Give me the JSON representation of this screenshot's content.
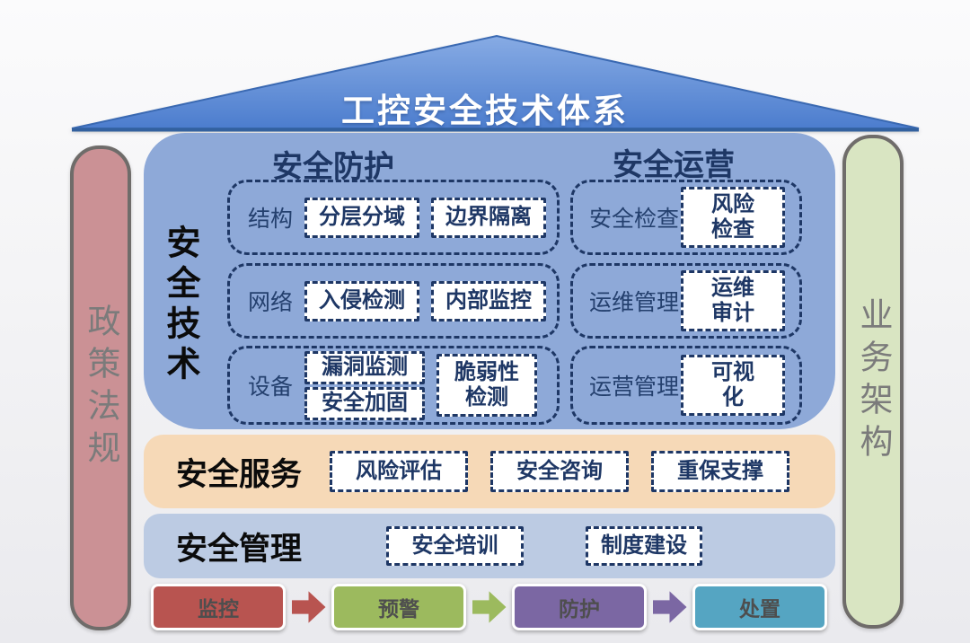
{
  "title": "工控安全技术体系",
  "colors": {
    "roof_blue": "#5585d2",
    "panel_blue": "#8ea9d8",
    "navy": "#1e3765",
    "service_orange": "#f6d9b7",
    "management_blue": "#bccbe3",
    "policy_pink": "#cb9195",
    "business_green": "#d9e5c2",
    "pillar_border_gray": "#6f6c6a",
    "flow_text_gray": "#4e4e4e"
  },
  "left_bar": {
    "label": "政策法规"
  },
  "right_bar": {
    "label": "业务架构"
  },
  "tech_panel": {
    "side_label": "安全技术",
    "protection": {
      "header": "安全防护",
      "rows": [
        {
          "label": "结构",
          "boxes": [
            "分层分域",
            "边界隔离"
          ]
        },
        {
          "label": "网络",
          "boxes": [
            "入侵检测",
            "内部监控"
          ]
        },
        {
          "label": "设备",
          "stacked": [
            "漏洞监测",
            "安全加固"
          ],
          "tall_box": "脆弱性\n检测"
        }
      ]
    },
    "operation": {
      "header": "安全运营",
      "rows": [
        {
          "label": "安全检查",
          "box": "风险\n检查"
        },
        {
          "label": "运维管理",
          "box": "运维\n审计"
        },
        {
          "label": "运营管理",
          "box": "可视\n化"
        }
      ]
    }
  },
  "service_bar": {
    "label": "安全服务",
    "boxes": [
      "风险评估",
      "安全咨询",
      "重保支撑"
    ]
  },
  "management_bar": {
    "label": "安全管理",
    "boxes": [
      "安全培训",
      "制度建设"
    ]
  },
  "flow": {
    "steps": [
      {
        "label": "监控",
        "color": "#b85450"
      },
      {
        "label": "预警",
        "color": "#9cba5e"
      },
      {
        "label": "防护",
        "color": "#7b67a3"
      },
      {
        "label": "处置",
        "color": "#55a5c2"
      }
    ],
    "arrow_colors": [
      "#b85450",
      "#9cba5e",
      "#7b67a3"
    ]
  }
}
